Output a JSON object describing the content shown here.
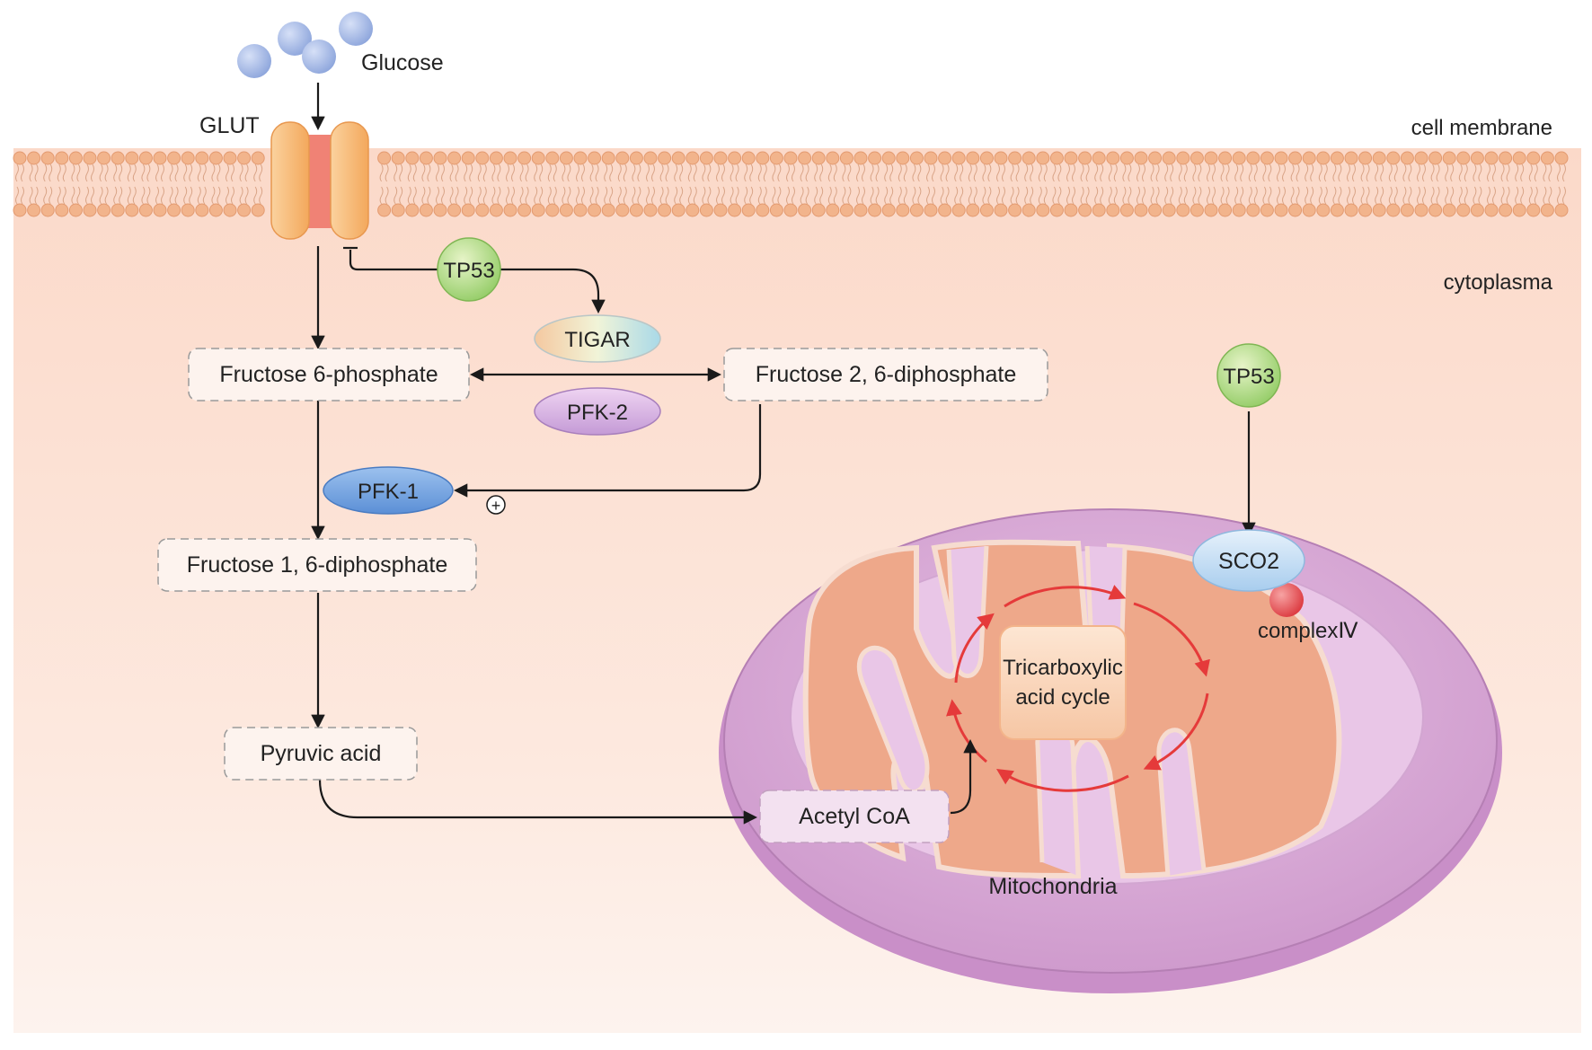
{
  "labels": {
    "glucose": "Glucose",
    "glut": "GLUT",
    "cell_membrane": "cell membrane",
    "cytoplasma": "cytoplasma",
    "tp53_top": "TP53",
    "tigar": "TIGAR",
    "pfk2": "PFK-2",
    "pfk1": "PFK-1",
    "fructose6p": "Fructose 6-phosphate",
    "fructose26dp": "Fructose 2, 6-diphosphate",
    "fructose16dp": "Fructose 1, 6-diphosphate",
    "pyruvic_acid": "Pyruvic acid",
    "acetyl_coa": "Acetyl CoA",
    "tp53_right": "TP53",
    "sco2": "SCO2",
    "complex_iv": "complexⅣ",
    "tca_line1": "Tricarboxylic",
    "tca_line2": "acid cycle",
    "mitochondria": "Mitochondria",
    "activation_sign": "+"
  },
  "colors": {
    "cytoplasm": "#fbe4d9",
    "membrane_head": "#f2b48c",
    "glut_body": "#f6b36c",
    "glut_channel": "#f08275",
    "glucose": "#9db3e3",
    "mito_outer": "#d7a8d6",
    "mito_inner": "#ecaa8a",
    "tp53": "#a7d67c",
    "tca_arrow": "#e53a3a",
    "complex_iv": "#e7484f"
  }
}
